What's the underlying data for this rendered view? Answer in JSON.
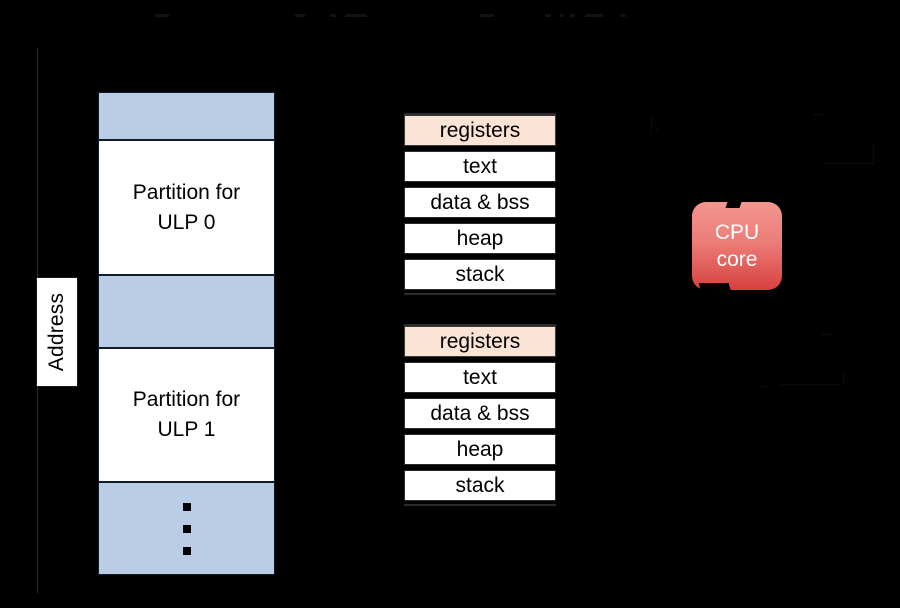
{
  "diagram": {
    "background_color": "#000000",
    "axis": {
      "label": "Address",
      "label_bg": "#ffffff",
      "label_color": "#000000"
    },
    "memory": {
      "free_color": "#b9cde5",
      "used_color": "#ffffff",
      "border_color": "#0d1b2a",
      "blocks": [
        {
          "kind": "free",
          "label": ""
        },
        {
          "kind": "used",
          "label": "Partition for\nULP 0"
        },
        {
          "kind": "free",
          "label": ""
        },
        {
          "kind": "used",
          "label": "Partition for\nULP 1"
        },
        {
          "kind": "free",
          "label": "",
          "ellipsis": true
        }
      ],
      "block_0_label": "",
      "block_1_line1": "Partition for",
      "block_1_line2": "ULP 0",
      "block_2_label": "",
      "block_3_line1": "Partition for",
      "block_3_line2": "ULP 1",
      "block_4_label": ""
    },
    "process_images": [
      {
        "name": "ulp-0-image",
        "header_color": "#fbe4d5",
        "rows": [
          "registers",
          "text",
          "data & bss",
          "heap",
          "stack"
        ]
      },
      {
        "name": "ulp-1-image",
        "header_color": "#fbe4d5",
        "rows": [
          "registers",
          "text",
          "data & bss",
          "heap",
          "stack"
        ]
      }
    ],
    "cpu": {
      "line1": "CPU",
      "line2": "core",
      "fill_top": "#f3958f",
      "fill_bottom": "#d8413f",
      "text_color": "#ffffff"
    }
  }
}
